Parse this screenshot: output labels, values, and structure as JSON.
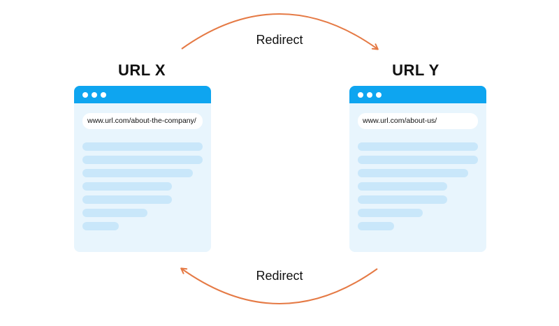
{
  "diagram": {
    "redirect_top": "Redirect",
    "redirect_bottom": "Redirect",
    "accent_color": "#e57a45",
    "window_header_color": "#0ea5f0",
    "window_body_color": "#e8f5fd",
    "line_color": "#c9e7fa"
  },
  "left": {
    "title": "URL X",
    "url": "www.url.com/about-the-company/"
  },
  "right": {
    "title": "URL Y",
    "url": "www.url.com/about-us/"
  }
}
